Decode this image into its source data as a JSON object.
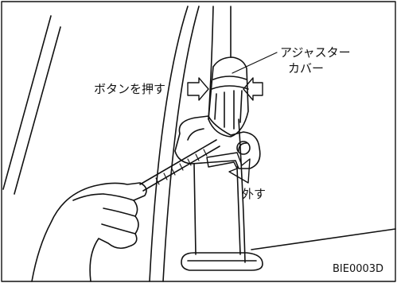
{
  "labels": {
    "adjuster_cover_line1": "アジャスター",
    "adjuster_cover_line2": "カバー",
    "press_button": "ボタンを押す",
    "remove": "外す",
    "figure_code": "BIE0003D"
  },
  "colors": {
    "ink": "#111111",
    "background": "#ffffff"
  }
}
